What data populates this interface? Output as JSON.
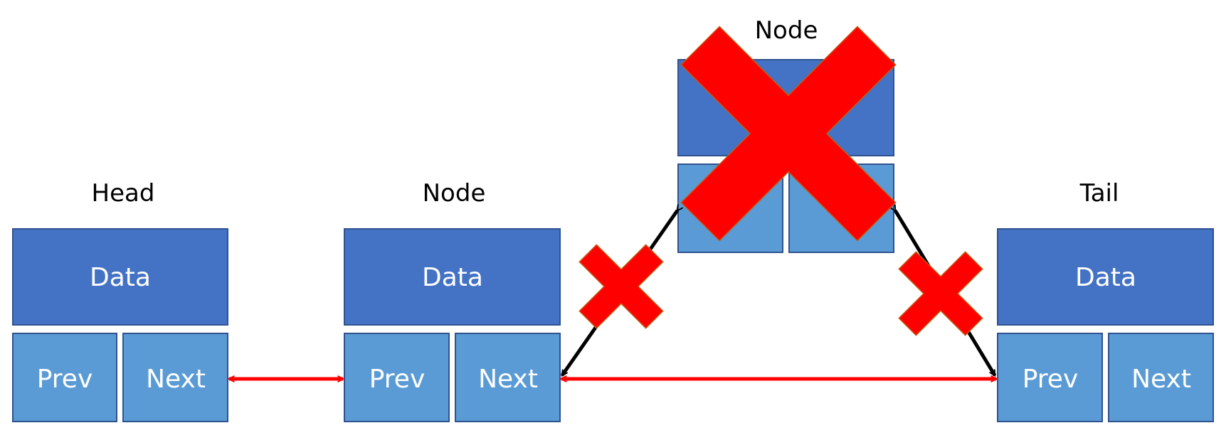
{
  "nodes": [
    {
      "title": "Head",
      "data": "Data",
      "prev": "Prev",
      "next": "Next"
    },
    {
      "title": "Node",
      "data": "Data",
      "prev": "Prev",
      "next": "Next"
    },
    {
      "title": "Node",
      "data": "",
      "prev": "",
      "next": ""
    },
    {
      "title": "Tail",
      "data": "Data",
      "prev": "Prev",
      "next": "Next"
    }
  ],
  "colors": {
    "data_box": "#4472c4",
    "pointer_box": "#5b9bd5",
    "box_border": "#2f528f",
    "link_arrow": "#ff0000",
    "old_link_arrow": "#000000",
    "cross": "#ff0000",
    "cross_border": "#c55a11"
  }
}
